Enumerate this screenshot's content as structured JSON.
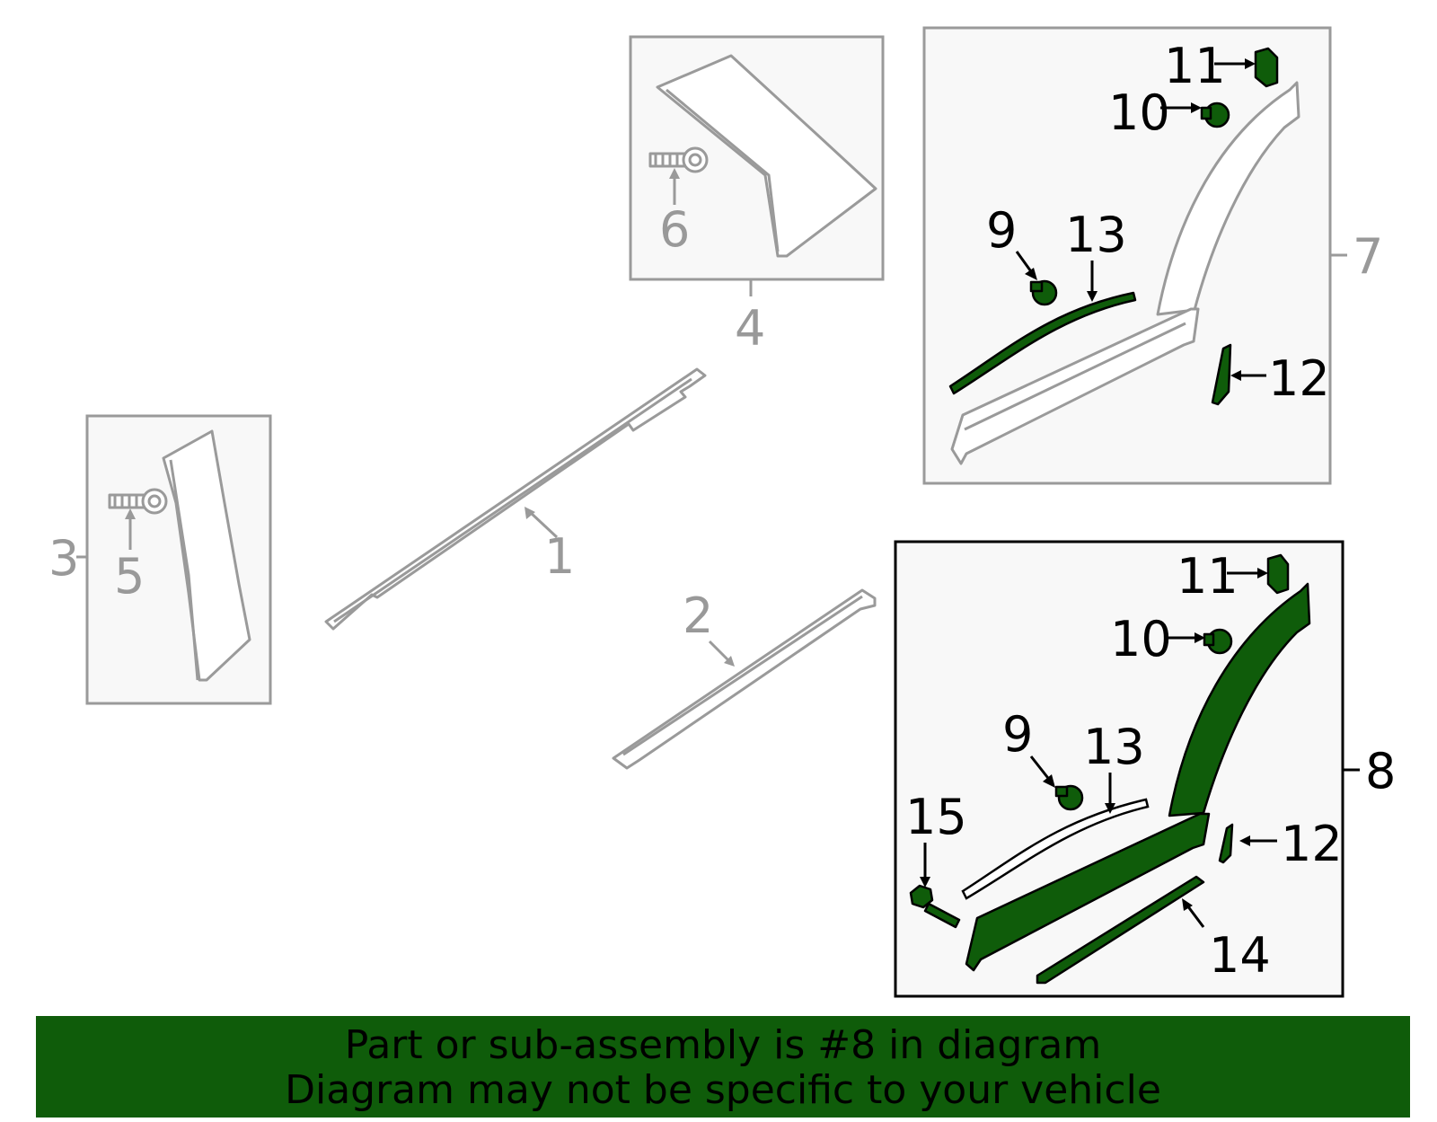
{
  "colors": {
    "highlight": "#0f5c0a",
    "grey_part": "#9a9a9a",
    "banner_background": "#0f5c0a",
    "banner_text": "#000000"
  },
  "callouts": {
    "c1": "1",
    "c2": "2",
    "c3": "3",
    "c4": "4",
    "c5": "5",
    "c6": "6",
    "c7": "7",
    "c8": "8",
    "c9_upper": "9",
    "c10_upper": "10",
    "c11_upper": "11",
    "c12_upper": "12",
    "c13_upper": "13",
    "c9_lower": "9",
    "c10_lower": "10",
    "c11_lower": "11",
    "c12_lower": "12",
    "c13_lower": "13",
    "c14": "14",
    "c15": "15"
  },
  "banner": {
    "line1": "Part or sub-assembly is #8 in diagram",
    "line2": "Diagram may not be specific to your vehicle"
  }
}
